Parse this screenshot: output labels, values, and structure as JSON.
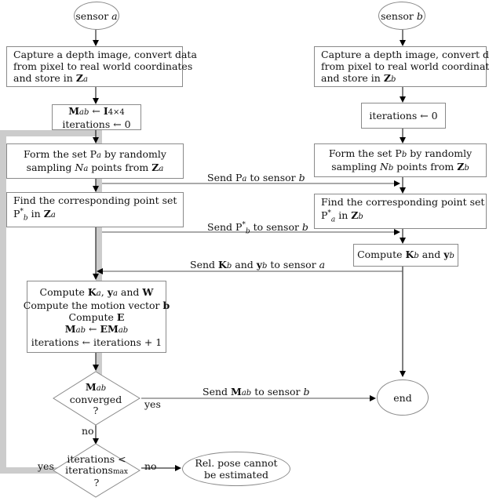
{
  "start_a": [
    "sensor a"
  ],
  "start_b": [
    "sensor b"
  ],
  "capture_a": [
    "Capture a depth image, convert data",
    "from pixel to real world coordinates",
    "and store in Za"
  ],
  "capture_b": [
    "Capture a depth image, convert data",
    "from pixel to real world coordinates",
    "and store in Zb"
  ],
  "init_a": [
    "Mab ← I4×4",
    "iterations ← 0"
  ],
  "init_b": [
    "iterations ← 0"
  ],
  "form_a": [
    "Form the set Pa by randomly",
    "sampling Na points from Za"
  ],
  "form_b": [
    "Form the set Pb by randomly",
    "sampling Nb points from Zb"
  ],
  "find_a": [
    "Find the corresponding point set",
    "Pb* in Za"
  ],
  "find_b": [
    "Find the corresponding point set",
    "Pa* in Zb"
  ],
  "compute_b": [
    "Compute Kb and yb"
  ],
  "compute_a": [
    "Compute Ka, ya and W",
    "Compute the motion vector b",
    "Compute E",
    "Mab ← EMab",
    "iterations ← iterations + 1"
  ],
  "converged": [
    "Mab",
    "converged",
    "?"
  ],
  "iter_check": [
    "iterations <",
    "iterationsmax",
    "?"
  ],
  "end": [
    "end"
  ],
  "fail": [
    "Rel. pose cannot",
    "be estimated"
  ],
  "msg_send_pa": "Send Pa to sensor b",
  "msg_send_pb": "Send Pb* to sensor b",
  "msg_send_k": "Send Kb and yb to sensor a",
  "msg_send_m": "Send Mab to sensor b",
  "yes_converged": "yes",
  "no_converged": "no",
  "yes_iter": "yes",
  "no_iter": "no"
}
